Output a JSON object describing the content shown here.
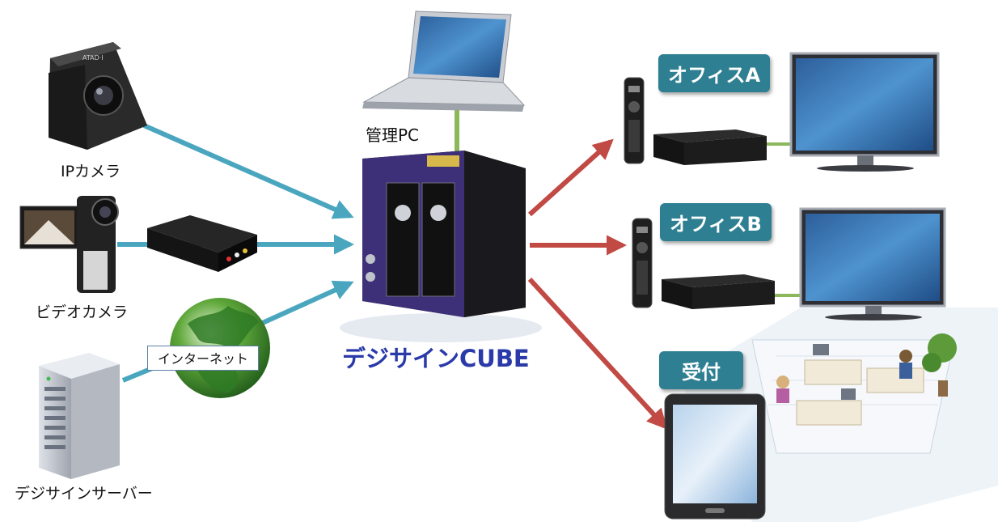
{
  "hub": {
    "label": "デジサインCUBE"
  },
  "sources": {
    "ip_camera": "IPカメラ",
    "video_camera": "ビデオカメラ",
    "internet": "インターネット",
    "server": "デジサインサーバー",
    "admin_pc": "管理PC"
  },
  "destinations": {
    "office_a": "オフィスA",
    "office_b": "オフィスB",
    "reception": "受付"
  },
  "colors": {
    "input_arrow": "#4aa6bf",
    "output_arrow": "#c14a45",
    "pc_link": "#8ab85a",
    "badge": "#2f7f93",
    "hub_text": "#2a3aa8"
  },
  "icons": [
    "ip-camera-icon",
    "video-camera-icon",
    "capture-box-icon",
    "globe-icon",
    "server-icon",
    "laptop-icon",
    "nas-icon",
    "remote-icon",
    "set-top-box-icon",
    "monitor-icon",
    "tablet-icon",
    "office-room-icon"
  ]
}
